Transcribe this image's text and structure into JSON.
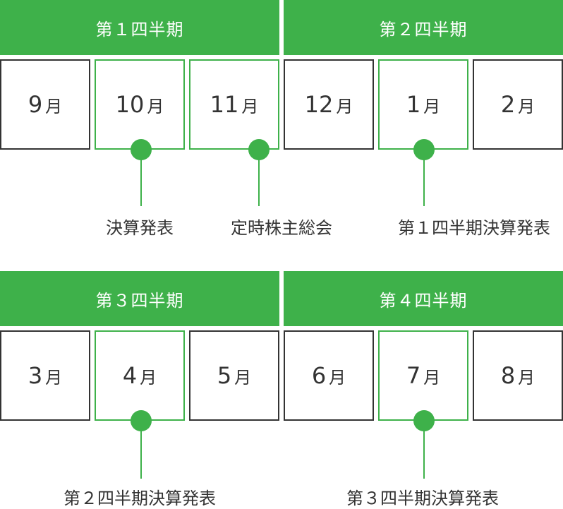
{
  "colors": {
    "accent": "#3eb14a",
    "text": "#333333",
    "border": "#333333"
  },
  "quarters": [
    {
      "title": "第１四半期"
    },
    {
      "title": "第２四半期"
    },
    {
      "title": "第３四半期"
    },
    {
      "title": "第４四半期"
    }
  ],
  "months": [
    {
      "num": "9",
      "unit": "月"
    },
    {
      "num": "10",
      "unit": "月"
    },
    {
      "num": "11",
      "unit": "月"
    },
    {
      "num": "12",
      "unit": "月"
    },
    {
      "num": "1",
      "unit": "月"
    },
    {
      "num": "2",
      "unit": "月"
    },
    {
      "num": "3",
      "unit": "月"
    },
    {
      "num": "4",
      "unit": "月"
    },
    {
      "num": "5",
      "unit": "月"
    },
    {
      "num": "6",
      "unit": "月"
    },
    {
      "num": "7",
      "unit": "月"
    },
    {
      "num": "8",
      "unit": "月"
    }
  ],
  "events": [
    {
      "label": "決算発表"
    },
    {
      "label": "定時株主総会"
    },
    {
      "label": "第１四半期決算発表"
    },
    {
      "label": "第２四半期決算発表"
    },
    {
      "label": "第３四半期決算発表"
    }
  ]
}
